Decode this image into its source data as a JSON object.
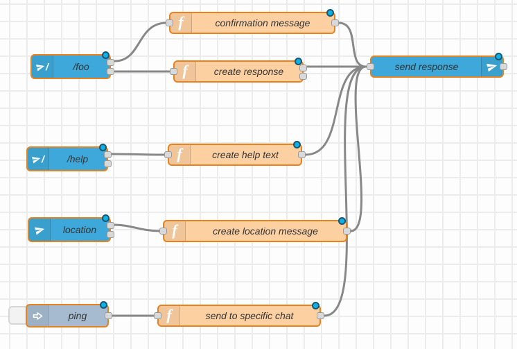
{
  "app": {
    "name": "Node-RED flow editor canvas"
  },
  "colors": {
    "node_border": "#e8821e",
    "telegram_blue": "#3da8d9",
    "function_orange": "#fdd0a2",
    "inject_gray": "#a6bbcf",
    "wire": "#888888",
    "port_fill": "#d9d9d9",
    "port_border": "#999999",
    "changed_dot": "#0eb0e6",
    "grid_line": "#ececec",
    "canvas_bg": "#fdfdfd",
    "label_text": "#333333"
  },
  "nodes": {
    "foo": {
      "label": "/foo",
      "type": "telegram command",
      "icon": "paper-plane-slash-icon",
      "outputs": 2,
      "changed": true
    },
    "confirmation": {
      "label": "confirmation message",
      "type": "function",
      "icon": "function-f-icon",
      "outputs": 1,
      "changed": true
    },
    "create_response": {
      "label": "create response",
      "type": "function",
      "icon": "function-f-icon",
      "outputs": 2,
      "changed": true
    },
    "help": {
      "label": "/help",
      "type": "telegram command",
      "icon": "paper-plane-slash-icon",
      "outputs": 2,
      "changed": true
    },
    "create_help_text": {
      "label": "create help text",
      "type": "function",
      "icon": "function-f-icon",
      "outputs": 1,
      "changed": true
    },
    "location": {
      "label": "location",
      "type": "telegram event",
      "icon": "paper-plane-icon",
      "outputs": 2,
      "changed": true
    },
    "create_location_message": {
      "label": "create location message",
      "type": "function",
      "icon": "function-f-icon",
      "outputs": 1,
      "changed": true
    },
    "ping": {
      "label": "ping",
      "type": "inject",
      "icon": "inject-arrow-icon",
      "outputs": 1,
      "changed": true,
      "has_button": true
    },
    "send_to_specific_chat": {
      "label": "send to specific chat",
      "type": "function",
      "icon": "function-f-icon",
      "outputs": 1,
      "changed": true
    },
    "send_response": {
      "label": "send response",
      "type": "telegram sender",
      "icon": "paper-plane-icon",
      "outputs": 1,
      "changed": true
    }
  },
  "wires": [
    {
      "from": "foo",
      "from_output": 1,
      "to": "confirmation"
    },
    {
      "from": "foo",
      "from_output": 2,
      "to": "create_response"
    },
    {
      "from": "confirmation",
      "from_output": 1,
      "to": "send_response"
    },
    {
      "from": "create_response",
      "from_output": 1,
      "to": "send_response"
    },
    {
      "from": "help",
      "from_output": 1,
      "to": "create_help_text"
    },
    {
      "from": "create_help_text",
      "from_output": 1,
      "to": "send_response"
    },
    {
      "from": "location",
      "from_output": 1,
      "to": "create_location_message"
    },
    {
      "from": "create_location_message",
      "from_output": 1,
      "to": "send_response"
    },
    {
      "from": "ping",
      "from_output": 1,
      "to": "send_to_specific_chat"
    },
    {
      "from": "send_to_specific_chat",
      "from_output": 1,
      "to": "send_response"
    }
  ]
}
